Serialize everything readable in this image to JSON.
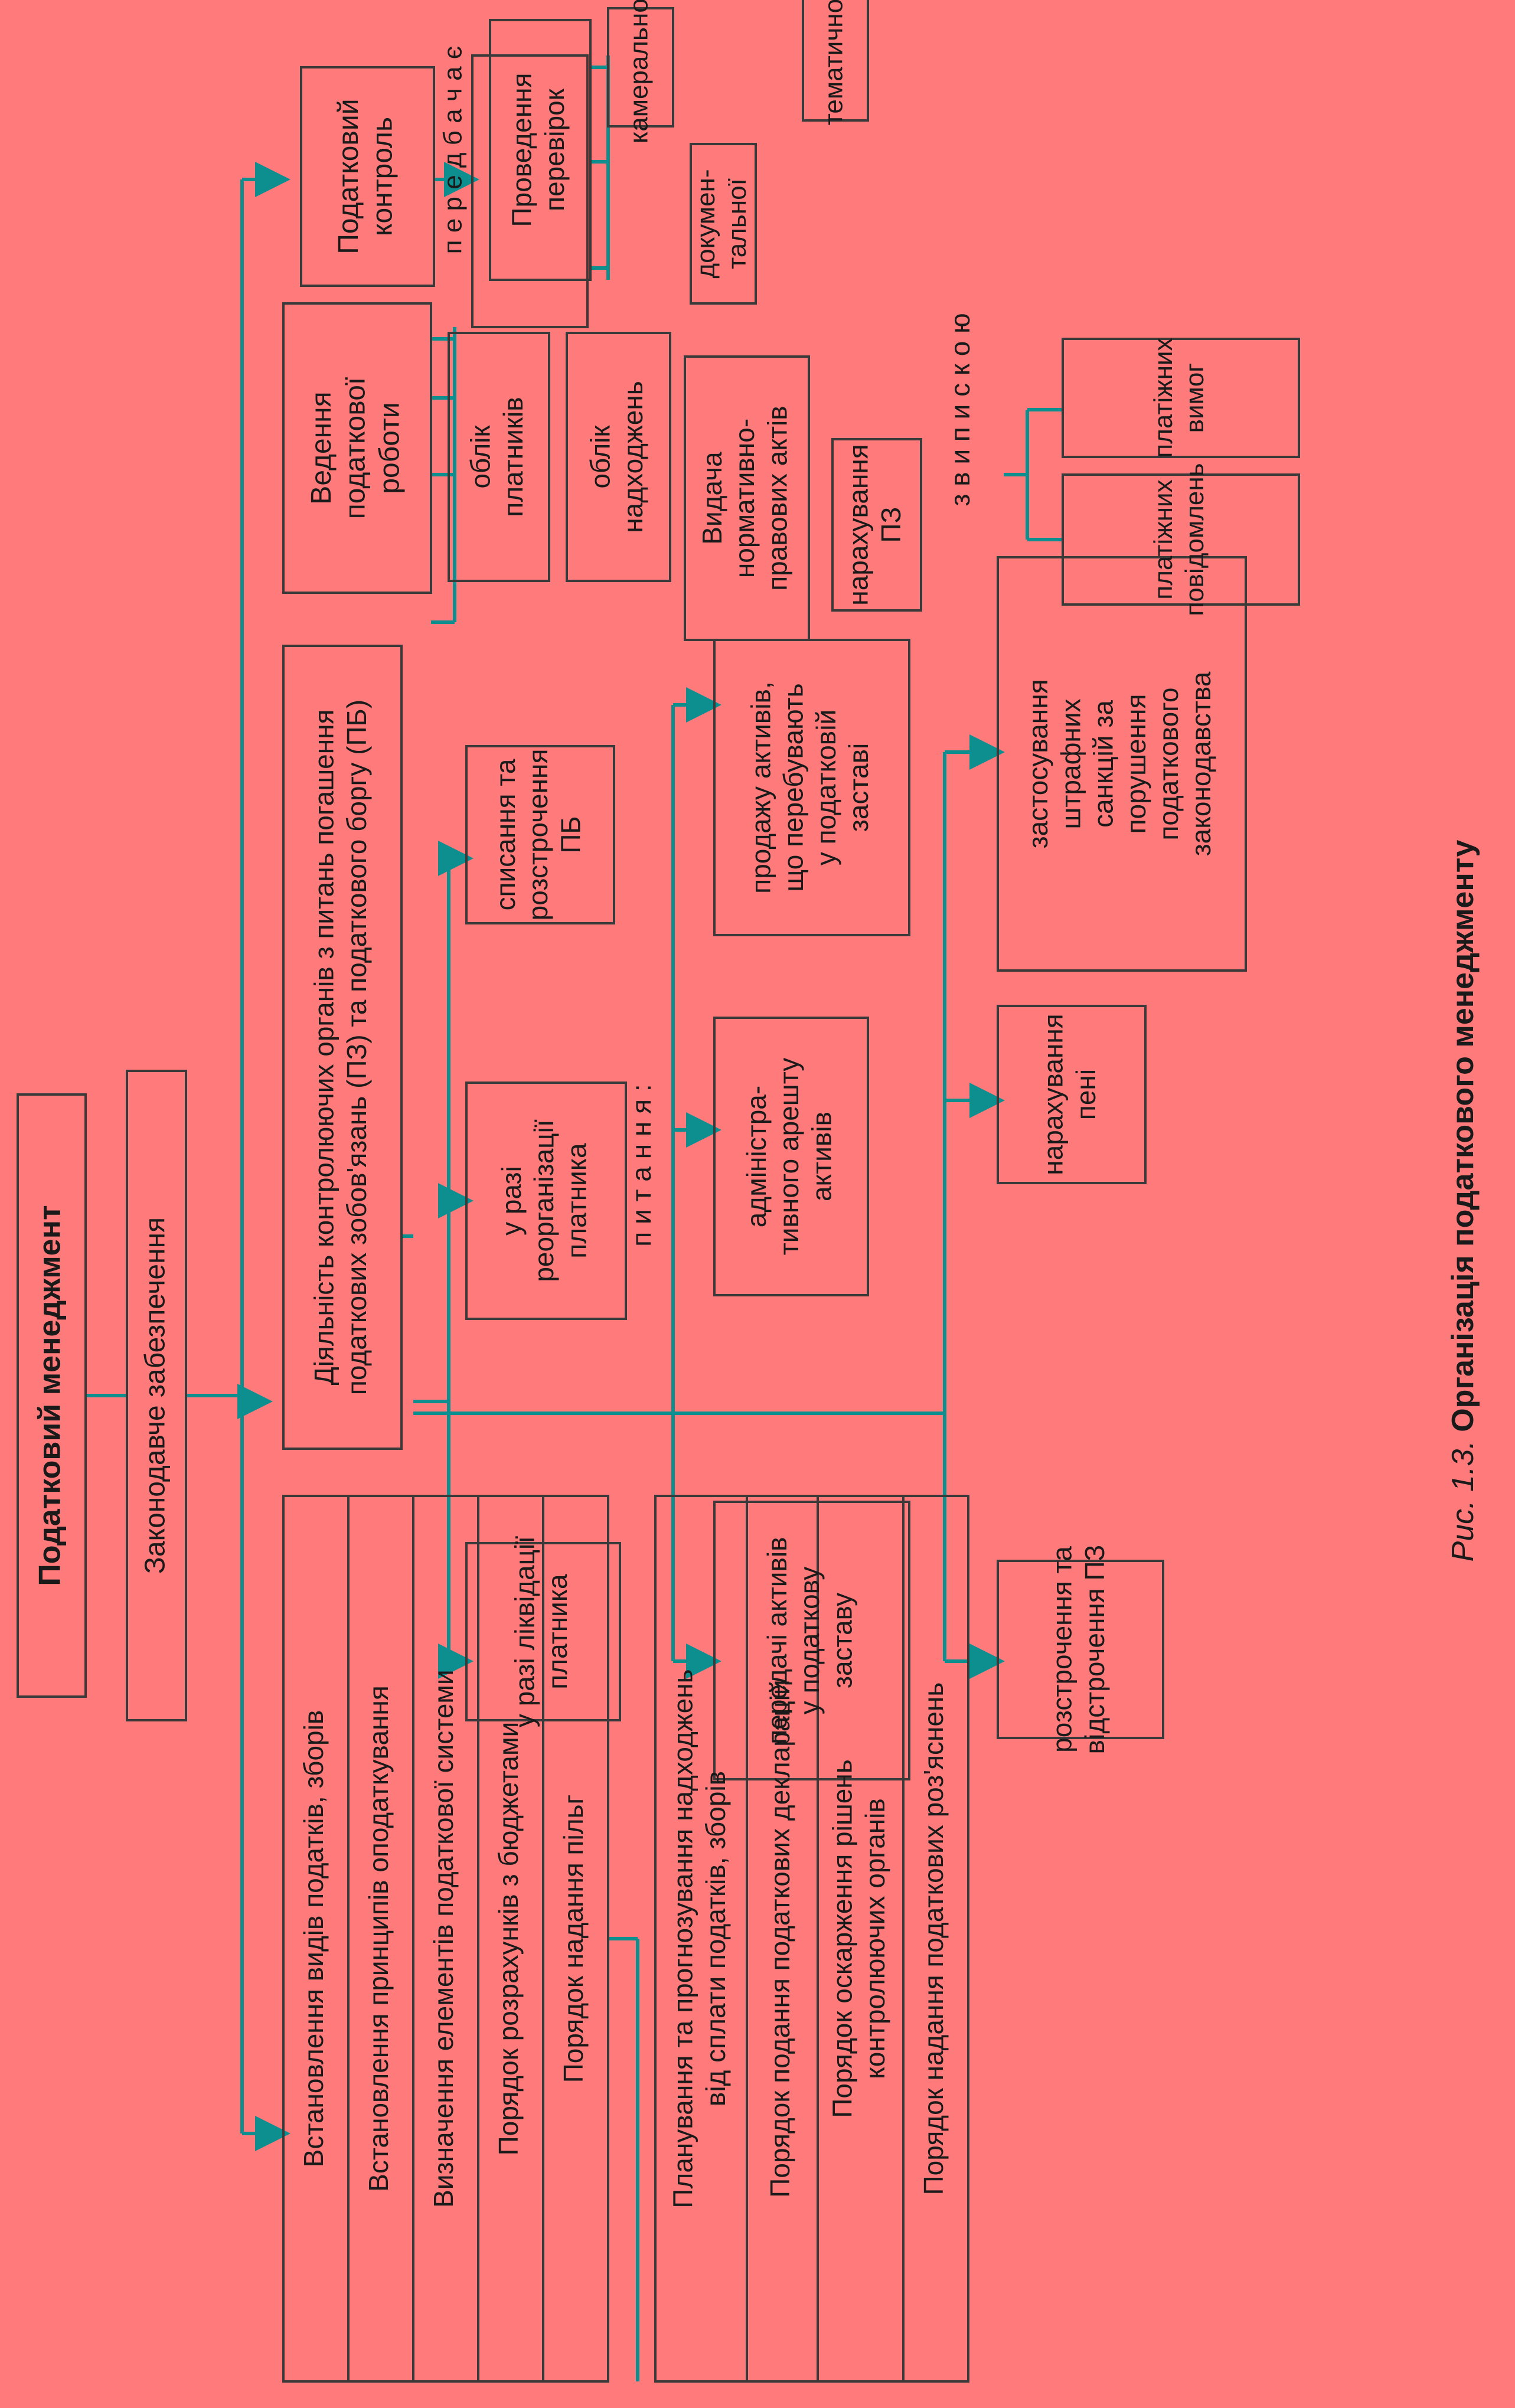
{
  "colors": {
    "background": "#FF7B7B",
    "box_border": "#3a3a3a",
    "arrow": "#0E8F8F",
    "text": "#1a1a1a"
  },
  "root": {
    "title": "Податковий менеджмент",
    "legal_support": "Законодавче забезпечення"
  },
  "column_a": {
    "group1": [
      "Встановлення видів податків, зборів",
      "Встановлення принципів оподаткування",
      "Визначення елементів податкової системи",
      "Порядок розрахунків з бюджетами",
      "Порядок надання пільг"
    ],
    "group2": [
      [
        "Планування та прогнозування надходжень",
        "від сплати податків, зборів"
      ],
      [
        "Порядок подання податкових декларацій"
      ],
      [
        "Порядок оскарження рішень",
        "контролюючих органів"
      ],
      [
        "Порядок надання податкових роз'яснень"
      ]
    ]
  },
  "column_b": {
    "header": [
      "Діяльність контролюючих органів з питань погашення",
      "податкових зобов'язань (ПЗ) та податкового боргу (ПБ)"
    ],
    "cases": [
      [
        "у разі ліквідації",
        "платника"
      ],
      [
        "у разі",
        "реорганізації",
        "платника"
      ],
      [
        "списання та",
        "розстрочення",
        "ПБ"
      ]
    ],
    "issues_label": "п и т а н н я :",
    "issues": [
      [
        "передачі активів",
        "у податкову",
        "заставу"
      ],
      [
        "адміністра-",
        "тивного арешту",
        "активів"
      ],
      [
        "продажу активів,",
        "що перебувають",
        "у податковій",
        "заставі"
      ]
    ],
    "measures": [
      [
        "розстрочення та",
        "відстрочення ПЗ"
      ],
      [
        "нарахування",
        "пені"
      ],
      [
        "застосування",
        "штрафних",
        "санкцій за",
        "порушення",
        "податкового",
        "законодавства"
      ]
    ]
  },
  "column_c": {
    "header": [
      "Ведення",
      "податкової",
      "роботи"
    ],
    "items": [
      [
        "облік",
        "платників"
      ],
      [
        "облік",
        "надходжень"
      ],
      [
        "Видача",
        "нормативно-",
        "правових актів"
      ],
      [
        "нарахування",
        "ПЗ"
      ]
    ],
    "issuance_label": "з  в и п и с к о ю",
    "issuance": [
      [
        "платіжних",
        "повідомлень"
      ],
      [
        "платіжних",
        "вимог"
      ]
    ]
  },
  "column_d": {
    "header": [
      "Податковий",
      "контроль"
    ],
    "provides_label": "п е р е д б а ч а є",
    "inspections_header": [
      "Проведення",
      "перевірок"
    ],
    "inspection_types": [
      [
        "камеральної"
      ],
      [
        "докумен-",
        "тальної"
      ],
      [
        "тематичної"
      ]
    ]
  },
  "caption": {
    "prefix": "Рис. 1.3.",
    "title": "Організація податкового менеджменту"
  }
}
